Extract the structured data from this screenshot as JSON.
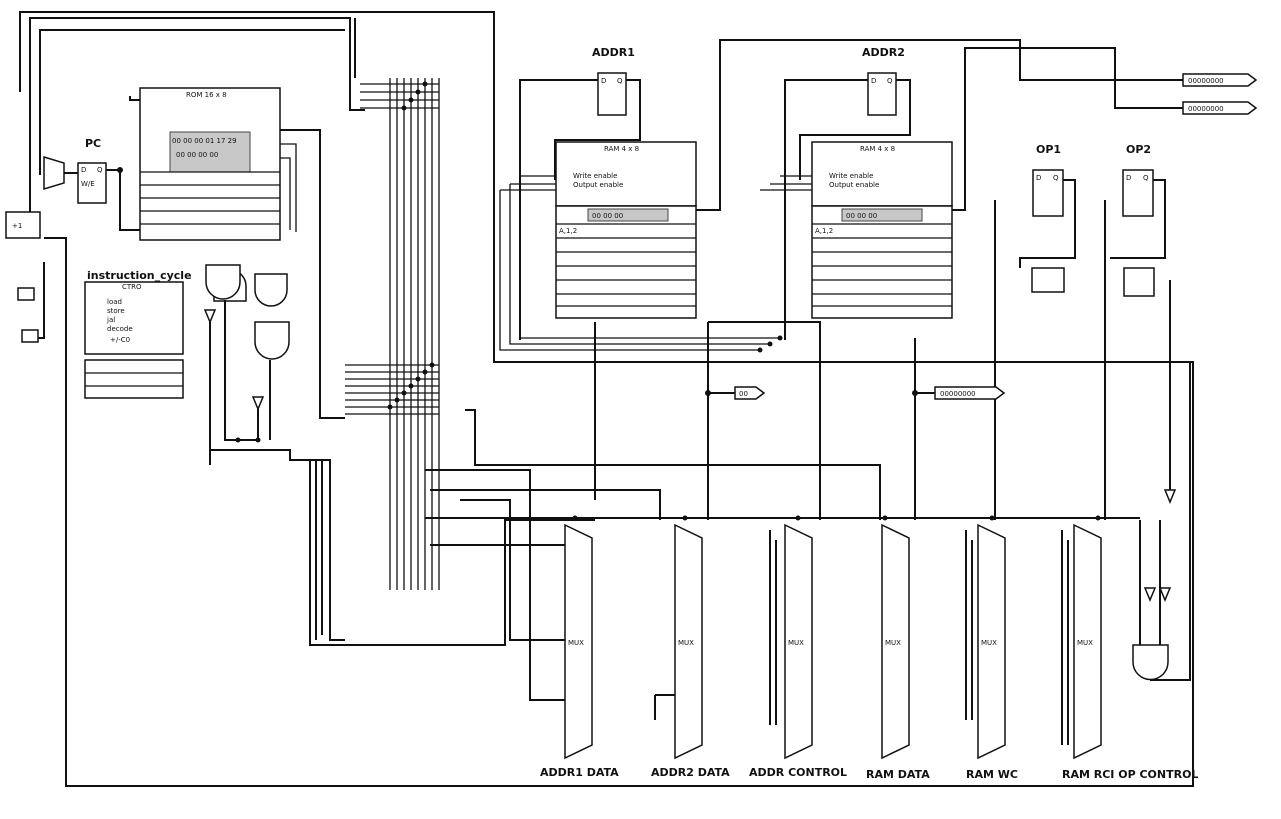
{
  "components": {
    "pc": {
      "label": "PC"
    },
    "rom": {
      "title": "ROM 16 x 8",
      "cells": "00 00 00 01 17 29",
      "row2": "00 00 00 00"
    },
    "instruction_cycle": {
      "label": "instruction_cycle",
      "sub": "CTRO",
      "ports": [
        "load",
        "store",
        "jal",
        "decode"
      ],
      "out": "+/-C0"
    },
    "addr1": {
      "label": "ADDR1"
    },
    "addr2": {
      "label": "ADDR2"
    },
    "ram1": {
      "title": "RAM 4 x 8",
      "cells": "00 00 00",
      "ports": [
        "Write enable",
        "Output enable"
      ],
      "addr_label": "A,1,2"
    },
    "ram2": {
      "title": "RAM 4 x 8",
      "cells": "00 00 00",
      "ports": [
        "Write enable",
        "Output enable"
      ],
      "addr_label": "A,1,2"
    },
    "op1": {
      "label": "OP1"
    },
    "op2": {
      "label": "OP2"
    },
    "outputs": {
      "top1": "00000000",
      "top2": "00000000",
      "mid": "00000000",
      "small": "00"
    },
    "muxes": [
      {
        "label": "MUX",
        "caption": "ADDR1 DATA"
      },
      {
        "label": "MUX",
        "caption": "ADDR2 DATA"
      },
      {
        "label": "MUX",
        "caption": "ADDR CONTROL"
      },
      {
        "label": "MUX",
        "caption": "RAM DATA"
      },
      {
        "label": "MUX",
        "caption": "RAM WC"
      },
      {
        "label": "MUX",
        "caption": "RAM RCI OP CONTROL"
      }
    ]
  }
}
